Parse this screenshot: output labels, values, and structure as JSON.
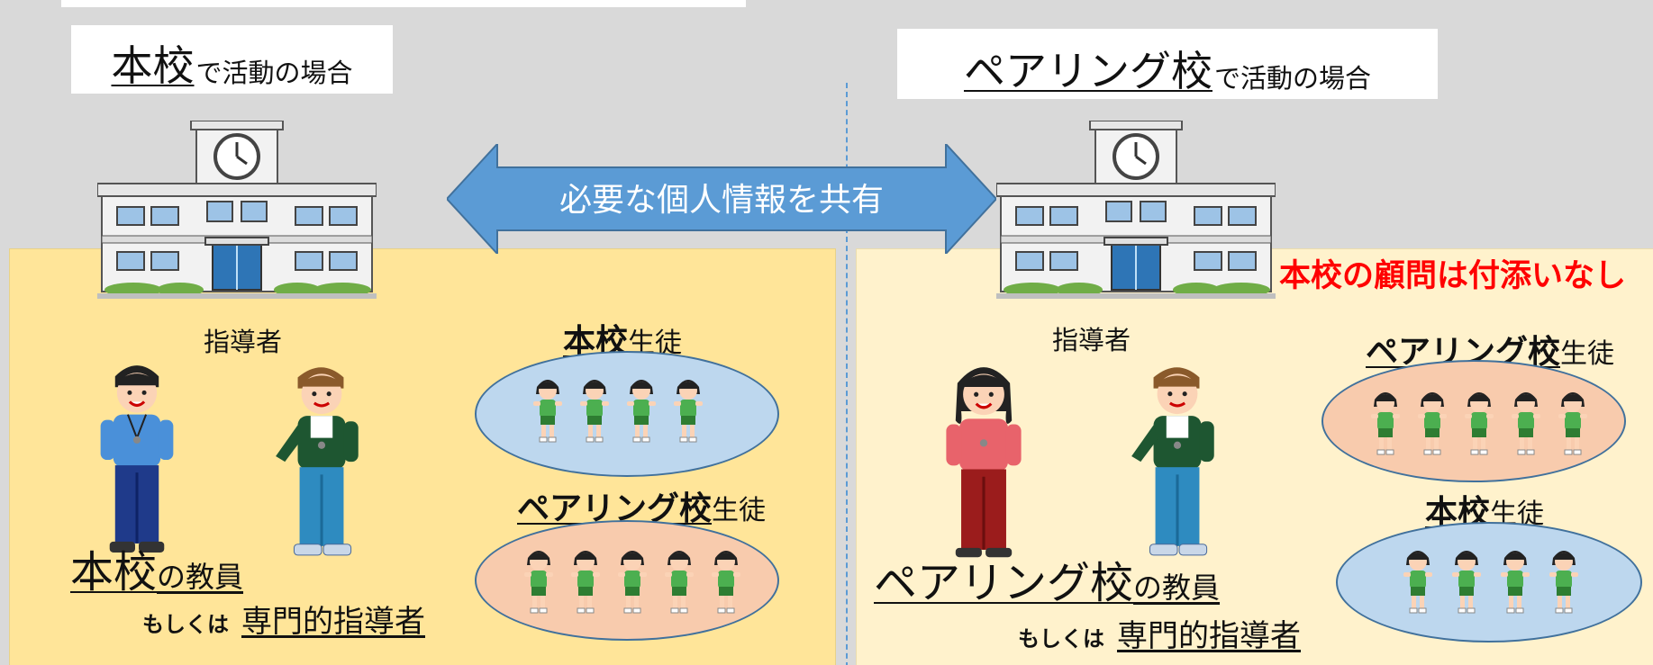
{
  "left": {
    "title_main": "本校",
    "title_sub": "で活動の場合",
    "coach_label": "指導者",
    "group1": {
      "school": "本校",
      "suffix": "生徒",
      "students": 4,
      "color": "#bdd7ee"
    },
    "group2": {
      "school": "ペアリング校",
      "suffix": "生徒",
      "students": 5,
      "color": "#f8cbad"
    },
    "teacher_school": "本校",
    "teacher_suffix": "の教員",
    "or_word": "もしくは",
    "specialist": "専門的指導者",
    "panel_color": "#ffe599"
  },
  "right": {
    "title_main": "ペアリング校",
    "title_sub": "で活動の場合",
    "coach_label": "指導者",
    "group1": {
      "school": "ペアリング校",
      "suffix": "生徒",
      "students": 5,
      "color": "#f8cbad"
    },
    "group2": {
      "school": "本校",
      "suffix": "生徒",
      "students": 4,
      "color": "#bdd7ee"
    },
    "teacher_school": "ペアリング校",
    "teacher_suffix": "の教員",
    "or_word": "もしくは",
    "specialist": "専門的指導者",
    "note": "本校の顧問は付添いなし",
    "panel_color": "#fff2cc"
  },
  "arrow": {
    "label": "必要な個人情報を共有",
    "color": "#5b9bd5"
  },
  "icons": {
    "school": "school-building-icon",
    "coach_blue": "coach-blue-icon",
    "coach_red": "coach-red-icon",
    "coach_green": "coach-green-icon",
    "student": "student-icon"
  }
}
